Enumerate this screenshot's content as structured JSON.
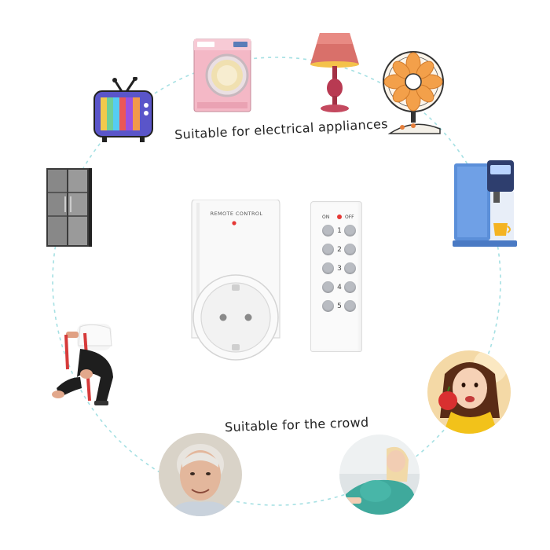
{
  "captions": {
    "appliances": "Suitable for electrical appliances",
    "crowd": "Suitable for the crowd"
  },
  "socket": {
    "label": "REMOTE CONTROL"
  },
  "remote": {
    "on_label": "ON",
    "off_label": "OFF",
    "channels": [
      "1",
      "2",
      "3",
      "4",
      "5"
    ]
  },
  "icons": {
    "appliances": [
      "tv-icon",
      "washing-machine-icon",
      "lamp-icon",
      "fan-icon",
      "refrigerator-icon",
      "water-dispenser-icon"
    ],
    "people": [
      "injured-person-photo",
      "elderly-man-photo",
      "child-photo",
      "pregnant-woman-photo"
    ]
  },
  "colors": {
    "ring": "#9fdde0",
    "led": "#e53935"
  }
}
